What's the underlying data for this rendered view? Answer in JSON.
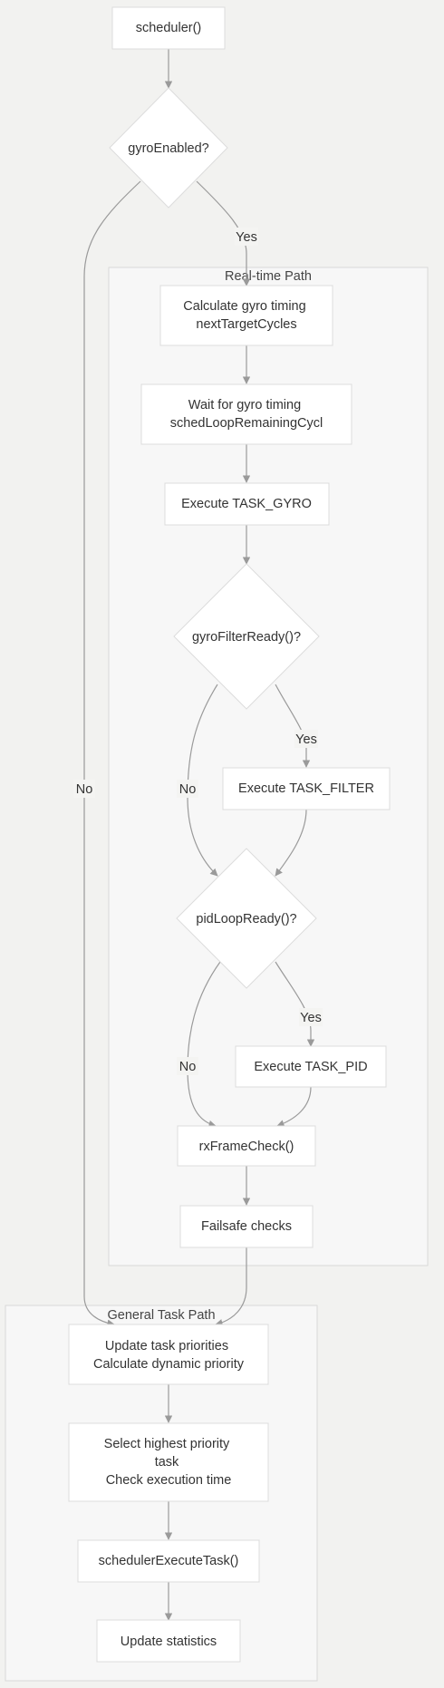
{
  "clusters": {
    "realtime": {
      "title": "Real-time Path"
    },
    "general": {
      "title": "General Task Path"
    }
  },
  "nodes": {
    "scheduler": [
      "scheduler()"
    ],
    "gyro_enabled": [
      "gyroEnabled?"
    ],
    "calc_gyro_timing": [
      "Calculate gyro timing",
      "nextTargetCycles"
    ],
    "wait_gyro_timing": [
      "Wait for gyro timing",
      "schedLoopRemainingCycl"
    ],
    "exec_task_gyro": [
      "Execute TASK_GYRO"
    ],
    "gyro_filter_ready": [
      "gyroFilterReady()?"
    ],
    "exec_task_filter": [
      "Execute TASK_FILTER"
    ],
    "pid_loop_ready": [
      "pidLoopReady()?"
    ],
    "exec_task_pid": [
      "Execute TASK_PID"
    ],
    "rx_frame_check": [
      "rxFrameCheck()"
    ],
    "failsafe_checks": [
      "Failsafe checks"
    ],
    "update_priorities": [
      "Update task priorities",
      "Calculate dynamic priority"
    ],
    "select_highest": [
      "Select highest priority",
      "task",
      "Check execution time"
    ],
    "scheduler_execute": [
      "schedulerExecuteTask()"
    ],
    "update_statistics": [
      "Update statistics"
    ]
  },
  "edge_labels": {
    "gyro_yes": "Yes",
    "gyro_no": "No",
    "filter_yes": "Yes",
    "filter_no": "No",
    "pid_yes": "Yes",
    "pid_no": "No"
  },
  "colors": {
    "background": "#f2f2f0",
    "node_fill": "#ffffff",
    "cluster_fill": "#f7f7f7",
    "edge": "#9a9a9a",
    "text": "#333333"
  }
}
